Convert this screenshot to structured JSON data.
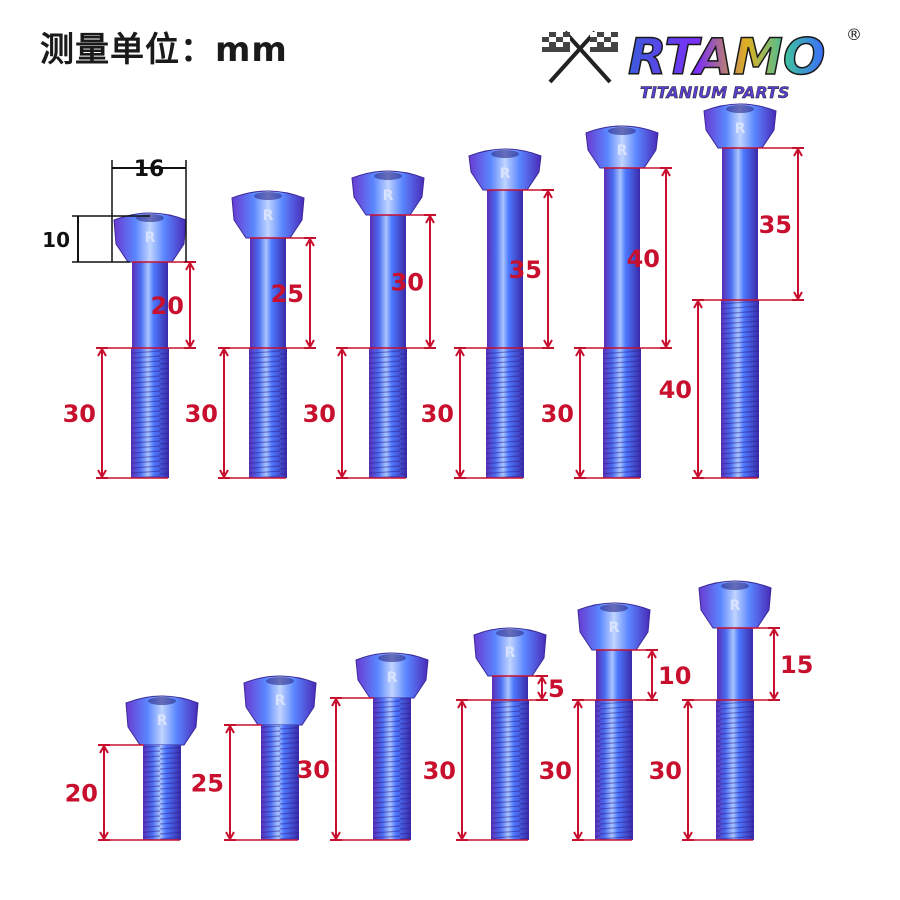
{
  "header": {
    "unit_label": "测量单位：mm"
  },
  "logo": {
    "brand": "RTAMO",
    "registered": "®",
    "tagline": "TITANIUM PARTS",
    "icon": "crossed-checkered-flags-icon"
  },
  "head_dimensions": {
    "diameter": "16",
    "height": "10"
  },
  "colors": {
    "dimension_red": "#c8102e",
    "dimension_black": "#111111",
    "bolt_blue": "#3a5bd6",
    "bolt_purple": "#7a4fd0",
    "bolt_light": "#8fb2ff"
  },
  "top_row": [
    {
      "shank": "20",
      "thread": "30"
    },
    {
      "shank": "25",
      "thread": "30"
    },
    {
      "shank": "30",
      "thread": "30"
    },
    {
      "shank": "35",
      "thread": "30"
    },
    {
      "shank": "40",
      "thread": "30"
    },
    {
      "shank": "35",
      "thread": "40"
    }
  ],
  "bottom_row": [
    {
      "shank": "",
      "thread": "20"
    },
    {
      "shank": "",
      "thread": "25"
    },
    {
      "shank": "",
      "thread": "30"
    },
    {
      "shank": "5",
      "thread": "30"
    },
    {
      "shank": "10",
      "thread": "30"
    },
    {
      "shank": "15",
      "thread": "30"
    }
  ]
}
